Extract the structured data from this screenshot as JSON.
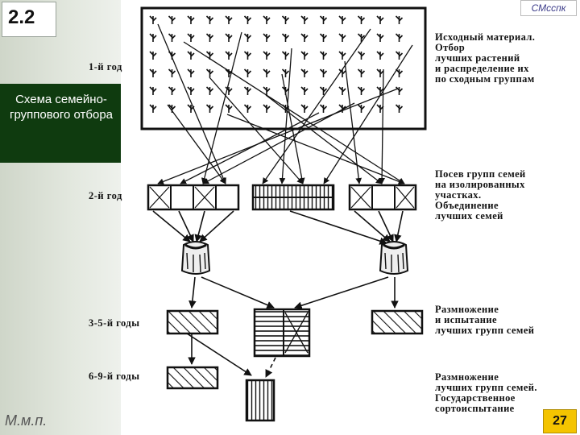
{
  "slide": {
    "number": "2.2",
    "title": "Схема семейно-группового отбора",
    "header_tag": "СМсспк",
    "author": "М.м.п.",
    "page": "27"
  },
  "diagram": {
    "stage_labels": [
      "1-й  год",
      "2-й  год",
      "3-5-й  годы",
      "6-9-й  годы"
    ],
    "descriptions": {
      "d1": [
        "Исходный материал.",
        "Отбор",
        "лучших растений",
        "и распределение их",
        "по сходным группам"
      ],
      "d2": [
        "Посев групп семей",
        "на изолированных",
        "участках.",
        "Объединение",
        "лучших семей"
      ],
      "d3": [
        "Размножение",
        "и испытание",
        "лучших групп семей"
      ],
      "d4": [
        "Размножение",
        "лучших групп семей.",
        "Государственное",
        "сортоиспытание"
      ]
    }
  }
}
